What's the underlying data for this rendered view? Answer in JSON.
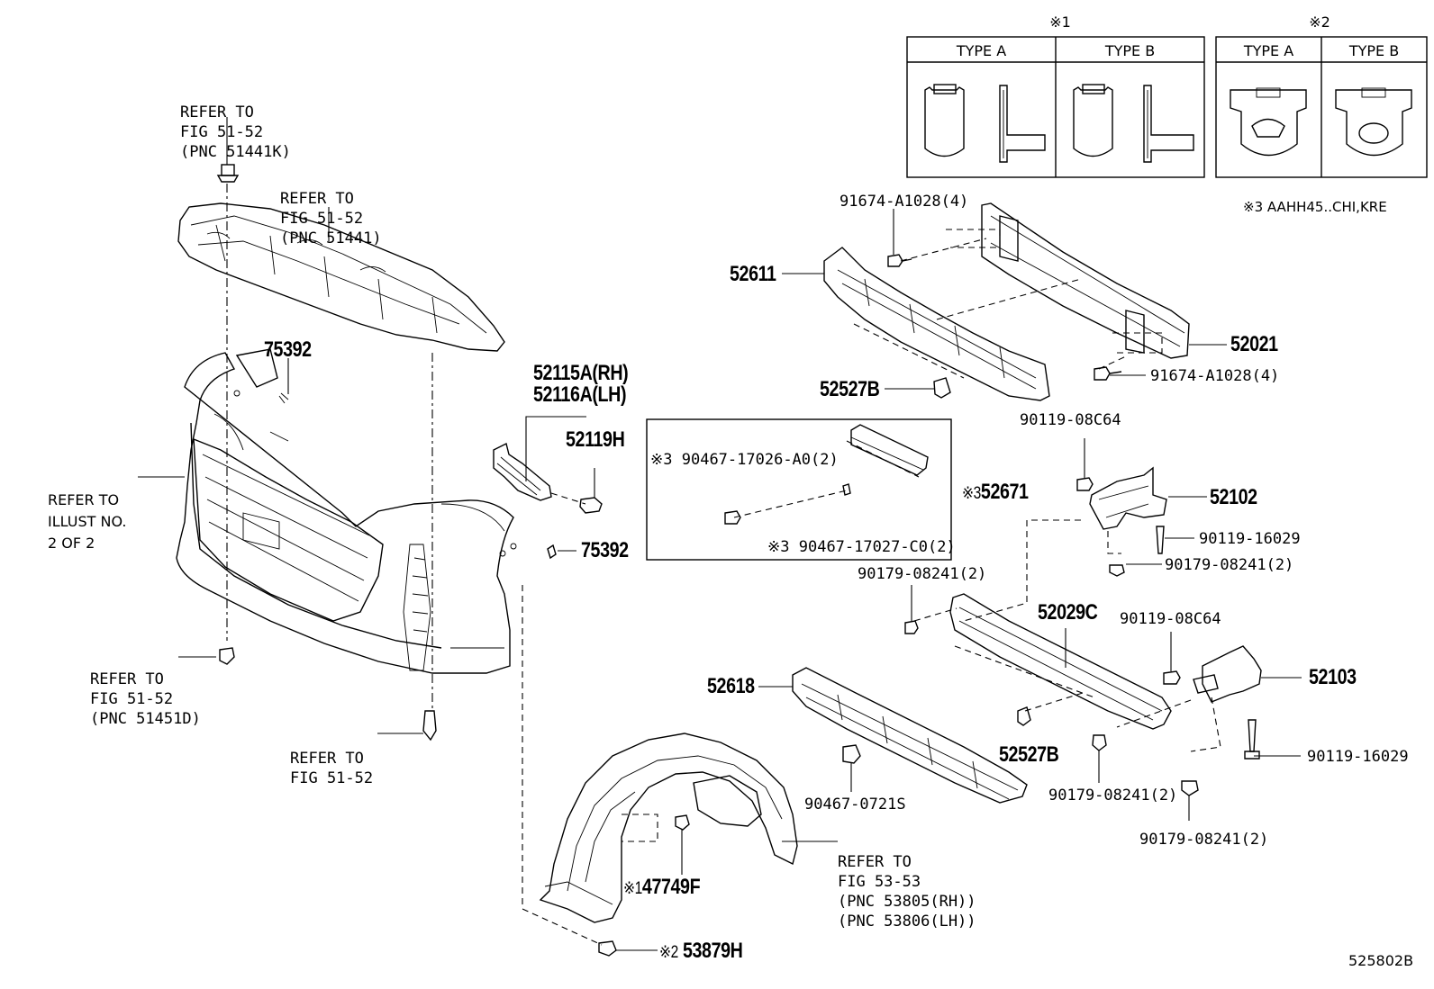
{
  "legend": {
    "group1": {
      "mark": "※1",
      "headers": [
        "TYPE A",
        "TYPE B"
      ]
    },
    "group2": {
      "mark": "※2",
      "headers": [
        "TYPE A",
        "TYPE B"
      ]
    },
    "note3": "※3 AAHH45..CHI,KRE"
  },
  "labels": {
    "ref_51441k": [
      "REFER TO",
      "FIG 51-52",
      "(PNC 51441K)"
    ],
    "ref_51441": [
      "REFER TO",
      "FIG 51-52",
      "(PNC 51441)"
    ],
    "ref_illust": [
      "REFER TO",
      "ILLUST NO.",
      "2 OF 2"
    ],
    "ref_51451d": [
      "REFER TO",
      "FIG 51-52",
      "(PNC 51451D)"
    ],
    "ref_5152": [
      "REFER TO",
      "FIG 51-52"
    ],
    "ref_5353": [
      "REFER TO",
      "FIG 53-53",
      "(PNC 53805(RH))",
      "(PNC 53806(LH))"
    ],
    "p75392_top": "75392",
    "p75392_side": "75392",
    "p52115a": "52115A(RH)",
    "p52116a": "52116A(LH)",
    "p52119h": "52119H",
    "p52611": "52611",
    "p91674_top": "91674-A1028(4)",
    "p52021": "52021",
    "p91674_bot": "91674-A1028(4)",
    "p52527b_top": "52527B",
    "p90119_08c64_a": "90119-08C64",
    "p52102": "52102",
    "p90119_16029_a": "90119-16029",
    "p90179_a": "90179-08241(2)",
    "p90467_a_mark": "※3",
    "p90467_a": "90467-17026-A0(2)",
    "p52671_mark": "※3",
    "p52671": "52671",
    "p90467_c_mark": "※3",
    "p90467_c": "90467-17027-C0(2)",
    "p90179_b": "90179-08241(2)",
    "p52029c": "52029C",
    "p90119_08c64_b": "90119-08C64",
    "p52103": "52103",
    "p52618": "52618",
    "p52527b_bot": "52527B",
    "p90119_16029_b": "90119-16029",
    "p90467_0721s": "90467-0721S",
    "p90179_c": "90179-08241(2)",
    "p90179_d": "90179-08241(2)",
    "p47749f_mark": "※1",
    "p47749f": "47749F",
    "p53879h_mark": "※2",
    "p53879h": "53879H"
  },
  "figure_id": "525802B"
}
